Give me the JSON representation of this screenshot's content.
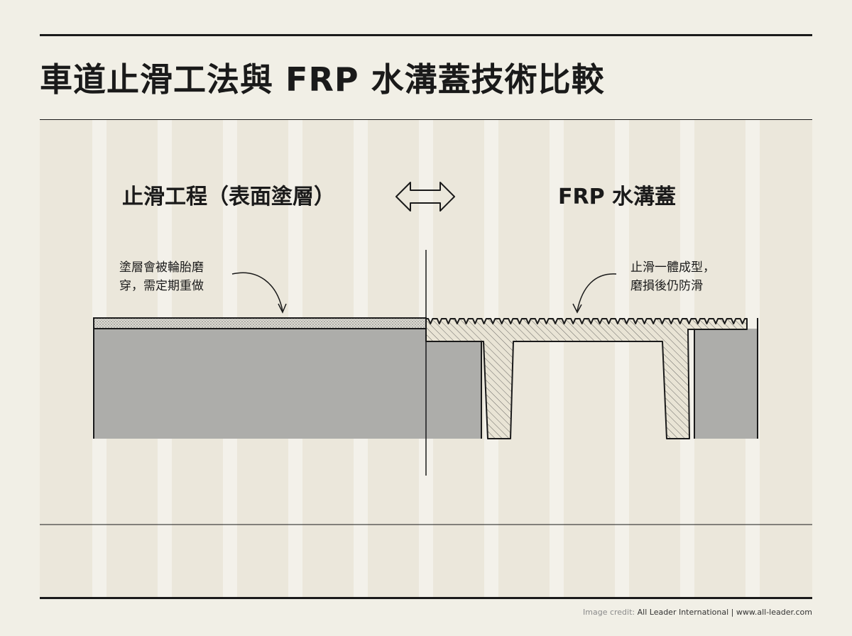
{
  "title": "車道止滑工法與 FRP 水溝蓋技術比較",
  "left_section": {
    "heading": "止滑工程（表面塗層）",
    "note_lines": [
      "塗層會被輪胎磨",
      "穿，需定期重做"
    ]
  },
  "right_section": {
    "heading": "FRP 水溝蓋",
    "note_lines": [
      "止滑一體成型，",
      "磨損後仍防滑"
    ]
  },
  "credit": {
    "label": "Image credit:",
    "text": "All Leader International | www.all-leader.com"
  },
  "colors": {
    "background": "#f1efe6",
    "panel": "#ebe7db",
    "concrete": "#adadaa",
    "coating": "#dcdad2",
    "frp": "#e9e4d5",
    "ink": "#1a1a1a"
  },
  "icons": [
    "double-arrow-icon",
    "curved-arrow-icon"
  ]
}
